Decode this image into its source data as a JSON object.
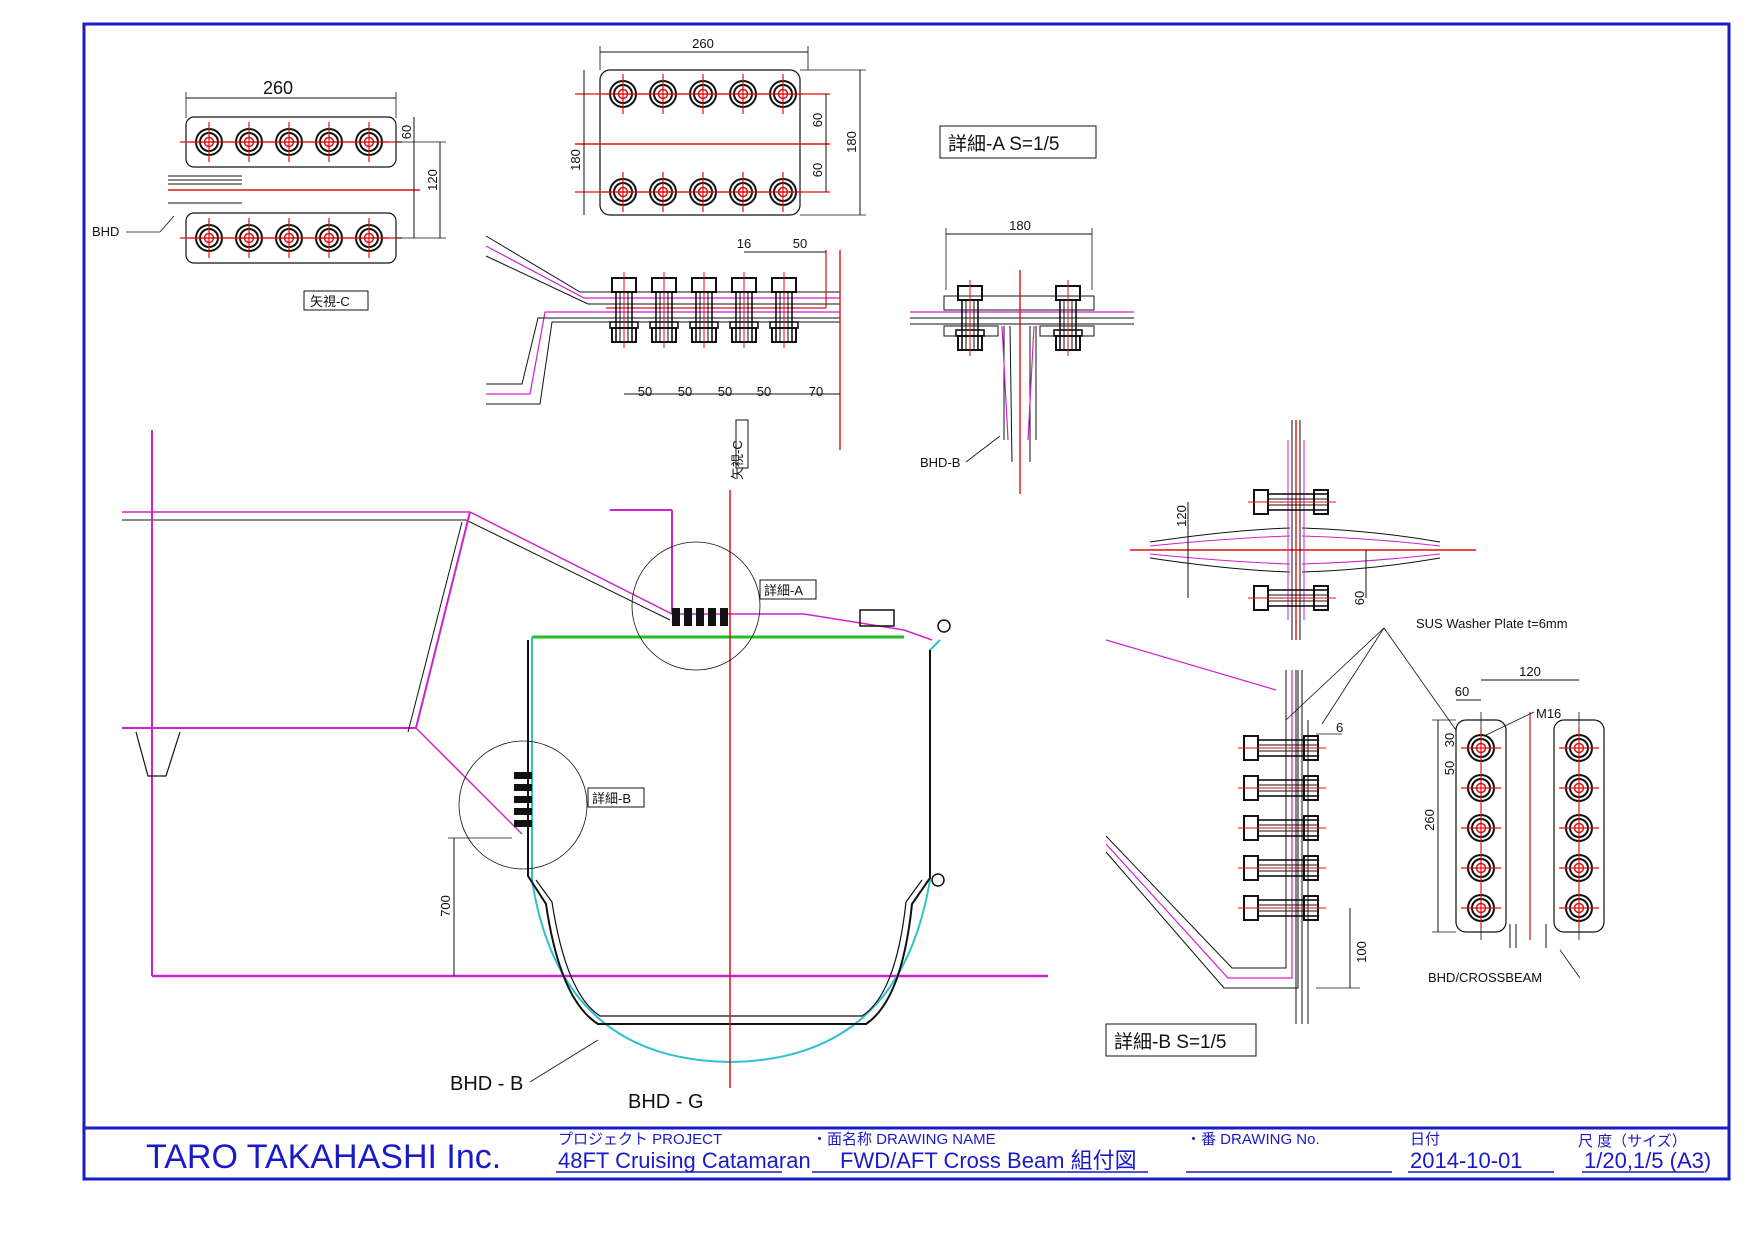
{
  "drawing": {
    "dimensions": {
      "viewC_width": "260",
      "viewC_pitch": "60",
      "viewC_height": "120",
      "top_width": "260",
      "top_height": "180",
      "top_left_height": "180",
      "top_pitch1": "60",
      "top_pitch2": "60",
      "sec_16": "16",
      "sec_50_top": "50",
      "sec_50_a": "50",
      "sec_50_b": "50",
      "sec_50_c": "50",
      "sec_50_d": "50",
      "sec_70": "70",
      "detA_180": "180",
      "detB_120": "120",
      "detB_60": "60",
      "detB_6": "6",
      "detB_100": "100",
      "plate_120": "120",
      "plate_60": "60",
      "plate_30": "30",
      "plate_50": "50",
      "plate_260": "260",
      "main_700": "700"
    },
    "labels": {
      "bhd": "BHD",
      "view_c_box": "矢視-C",
      "view_c_arrow": "矢視-C",
      "detail_a_title": "詳細-A  S=1/5",
      "bhd_b_small": "BHD-B",
      "detail_a_callout": "詳細-A",
      "detail_b_callout": "詳細-B",
      "sus_washer": "SUS Washer Plate t=6mm",
      "m16": "M16",
      "bhd_crossbeam": "BHD/CROSSBEAM",
      "detail_b_title": "詳細-B  S=1/5",
      "bhd_b_main": "BHD - B",
      "bhd_g_main": "BHD - G"
    }
  },
  "title_block": {
    "company": "TARO TAKAHASHI Inc.",
    "project_label": "プロジェクト  PROJECT",
    "project_value": "48FT Cruising Catamaran",
    "drawing_name_label": "・面名称  DRAWING  NAME",
    "drawing_name_value": "FWD/AFT Cross Beam  組付図",
    "drawing_no_label": "・番  DRAWING No.",
    "drawing_no_value": "",
    "date_label": "日付",
    "date_value": "2014-10-01",
    "scale_label": "尺 度（サイズ）",
    "scale_value": "1/20,1/5 (A3)"
  },
  "colors": {
    "frame": "#1a1ac8",
    "centerline": "#e01010",
    "structure": "#d020d0",
    "deck": "#20c020",
    "hull": "#30c0d0",
    "outline": "#111111"
  }
}
